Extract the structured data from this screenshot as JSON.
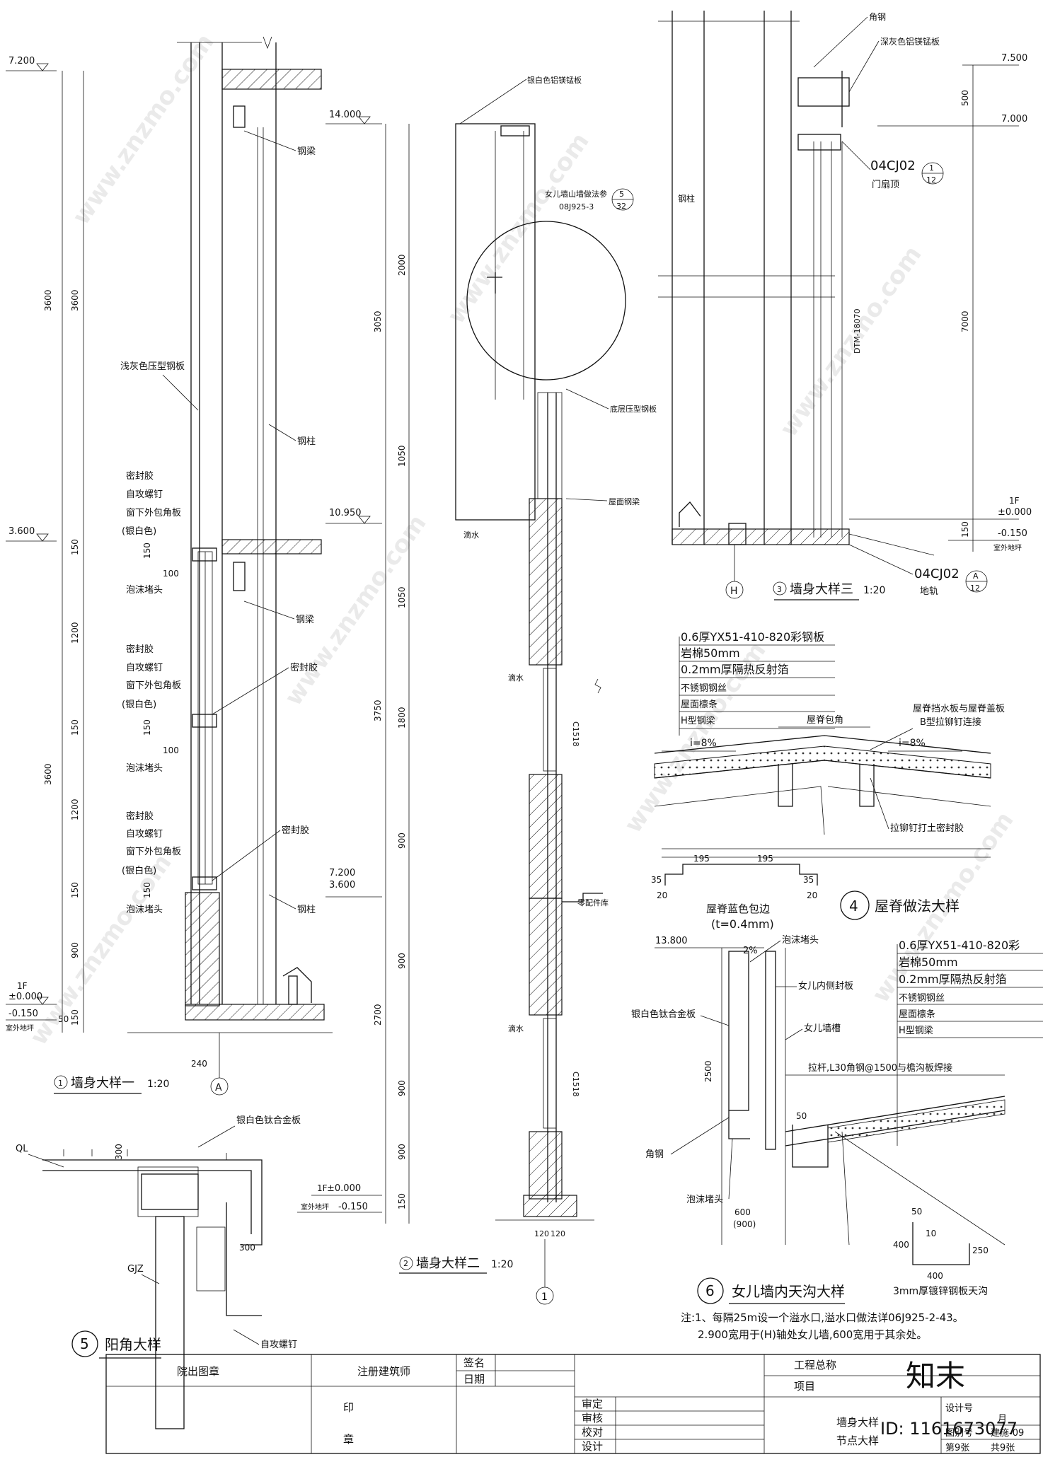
{
  "levels": {
    "d1_top": "7.200",
    "d1_mid": "3.600",
    "d1_1f_label": "1F",
    "d1_1f": "±0.000",
    "d1_out": "-0.150",
    "d1_out_label": "室外地坪",
    "d2_top": "14.000",
    "d2_1095": "10.950",
    "d2_720": "7.200",
    "d2_360": "3.600",
    "d2_1f_label": "1F",
    "d2_1f": "±0.000",
    "d2_out_label": "室外地坪",
    "d2_out": "-0.150",
    "d3_750": "7.500",
    "d3_700": "7.000",
    "d3_1f_label": "1F",
    "d3_1f": "±0.000",
    "d3_out": "-0.150",
    "d3_out_label": "室外地坪",
    "d6_1380": "13.800"
  },
  "dims": {
    "d1": [
      "3600",
      "3600",
      "150",
      "1200",
      "150",
      "1200",
      "150",
      "900",
      "150",
      "100",
      "100",
      "150",
      "50",
      "240"
    ],
    "d2": [
      "2000",
      "3050",
      "1050",
      "1050",
      "1800",
      "3750",
      "900",
      "900",
      "900",
      "2700",
      "900",
      "150"
    ],
    "d3": [
      "500",
      "7000",
      "150"
    ],
    "d4": [
      "195",
      "195",
      "35",
      "35",
      "20",
      "20"
    ],
    "d5": [
      "300",
      "300"
    ],
    "d6": [
      "2500",
      "50",
      "600",
      "(900)",
      "50",
      "10",
      "400",
      "250",
      "400"
    ]
  },
  "detail1": {
    "labels": [
      "钢梁",
      "浅灰色压型钢板",
      "钢柱",
      "密封胶",
      "自攻螺钉",
      "窗下外包角板",
      "(银白色)",
      "泡沫堵头",
      "钢梁",
      "密封胶",
      "密封胶",
      "自攻螺钉",
      "窗下外包角板",
      "(银白色)",
      "泡沫堵头",
      "密封胶",
      "密封胶",
      "自攻螺钉",
      "窗下外包角板",
      "(银白色)",
      "泡沫堵头",
      "钢柱"
    ],
    "axis": "A",
    "num": "1",
    "title": "墙身大样一",
    "scale": "1:20"
  },
  "detail2": {
    "labels": [
      "银白色铝镁锰板",
      "女儿墙山墙做法参",
      "08J925-3",
      "底层压型钢板",
      "屋面钢梁",
      "滴水",
      "滴水",
      "零配件库",
      "滴水",
      "C1518",
      "C1518"
    ],
    "ref_num": "5",
    "ref_sheet": "32",
    "axis": "1",
    "num": "2",
    "title": "墙身大样二",
    "scale": "1:20",
    "bottom_dims": [
      "120",
      "120"
    ]
  },
  "detail3": {
    "labels": [
      "角钢",
      "深灰色铝镁锰板",
      "钢柱",
      "门扇顶",
      "地轨",
      "DTM-18070"
    ],
    "ref1_code": "04CJ02",
    "ref1_num": "1",
    "ref1_sheet": "12",
    "ref2_code": "04CJ02",
    "ref2_num": "A",
    "ref2_sheet": "12",
    "axis": "H",
    "num": "3",
    "title": "墙身大样三",
    "scale": "1:20"
  },
  "detail4": {
    "layers": [
      "0.6厚YX51-410-820彩钢板",
      "岩棉50mm",
      "0.2mm厚隔热反射箔",
      "不锈钢钢丝",
      "屋面檩条",
      "H型钢梁"
    ],
    "labels": [
      "屋脊包角",
      "屋脊挡水板与屋脊盖板",
      "B型拉铆钉连接",
      "拉铆钉打土密封胶"
    ],
    "slope_l": "i=8%",
    "slope_r": "i=8%",
    "cap_label": "屋脊蓝色包边",
    "cap_thk": "(t=0.4mm)",
    "num": "4",
    "title": "屋脊做法大样"
  },
  "detail5": {
    "labels": [
      "QL",
      "银白色钛合金板",
      "GJZ",
      "自攻螺钉"
    ],
    "num": "5",
    "title": "阳角大样"
  },
  "detail6": {
    "layers": [
      "0.6厚YX51-410-820彩",
      "岩棉50mm",
      "0.2mm厚隔热反射箔",
      "不锈钢钢丝",
      "屋面檩条",
      "H型钢梁"
    ],
    "labels": [
      "泡沫堵头",
      "女儿内侧封板",
      "女儿墙槽",
      "银白色钛合金板",
      "拉杆,L30角钢@1500与檐沟板焊接",
      "角钢",
      "泡沫堵头",
      "3mm厚镀锌钢板天沟"
    ],
    "slope": "2%",
    "num": "6",
    "title": "女儿墙内天沟大样"
  },
  "notes": [
    "注:1、每隔25m设一个溢水口,溢水口做法详06J925-2-43。",
    "2.900宽用于(H)轴处女儿墙,600宽用于其余处。"
  ],
  "titleblock": {
    "seal_header": "院出图章",
    "reg_arch": "注册建筑师",
    "sign": "签名",
    "date": "日期",
    "seal1": "印",
    "seal2": "章",
    "roles": [
      "审定",
      "审核",
      "校对",
      "设计"
    ],
    "project_total": "工程总称",
    "project": "项目",
    "drawing_name_1": "墙身大样",
    "drawing_name_2": "节点大样",
    "design_no": "设计号",
    "drawing_cat": "图别号",
    "drawing_no": "建施-09",
    "month": "月",
    "sheet": "第9张",
    "total": "共9张"
  },
  "watermark": {
    "site": "www.znzmo.com",
    "brand": "知末",
    "id": "ID: 1161673077"
  }
}
